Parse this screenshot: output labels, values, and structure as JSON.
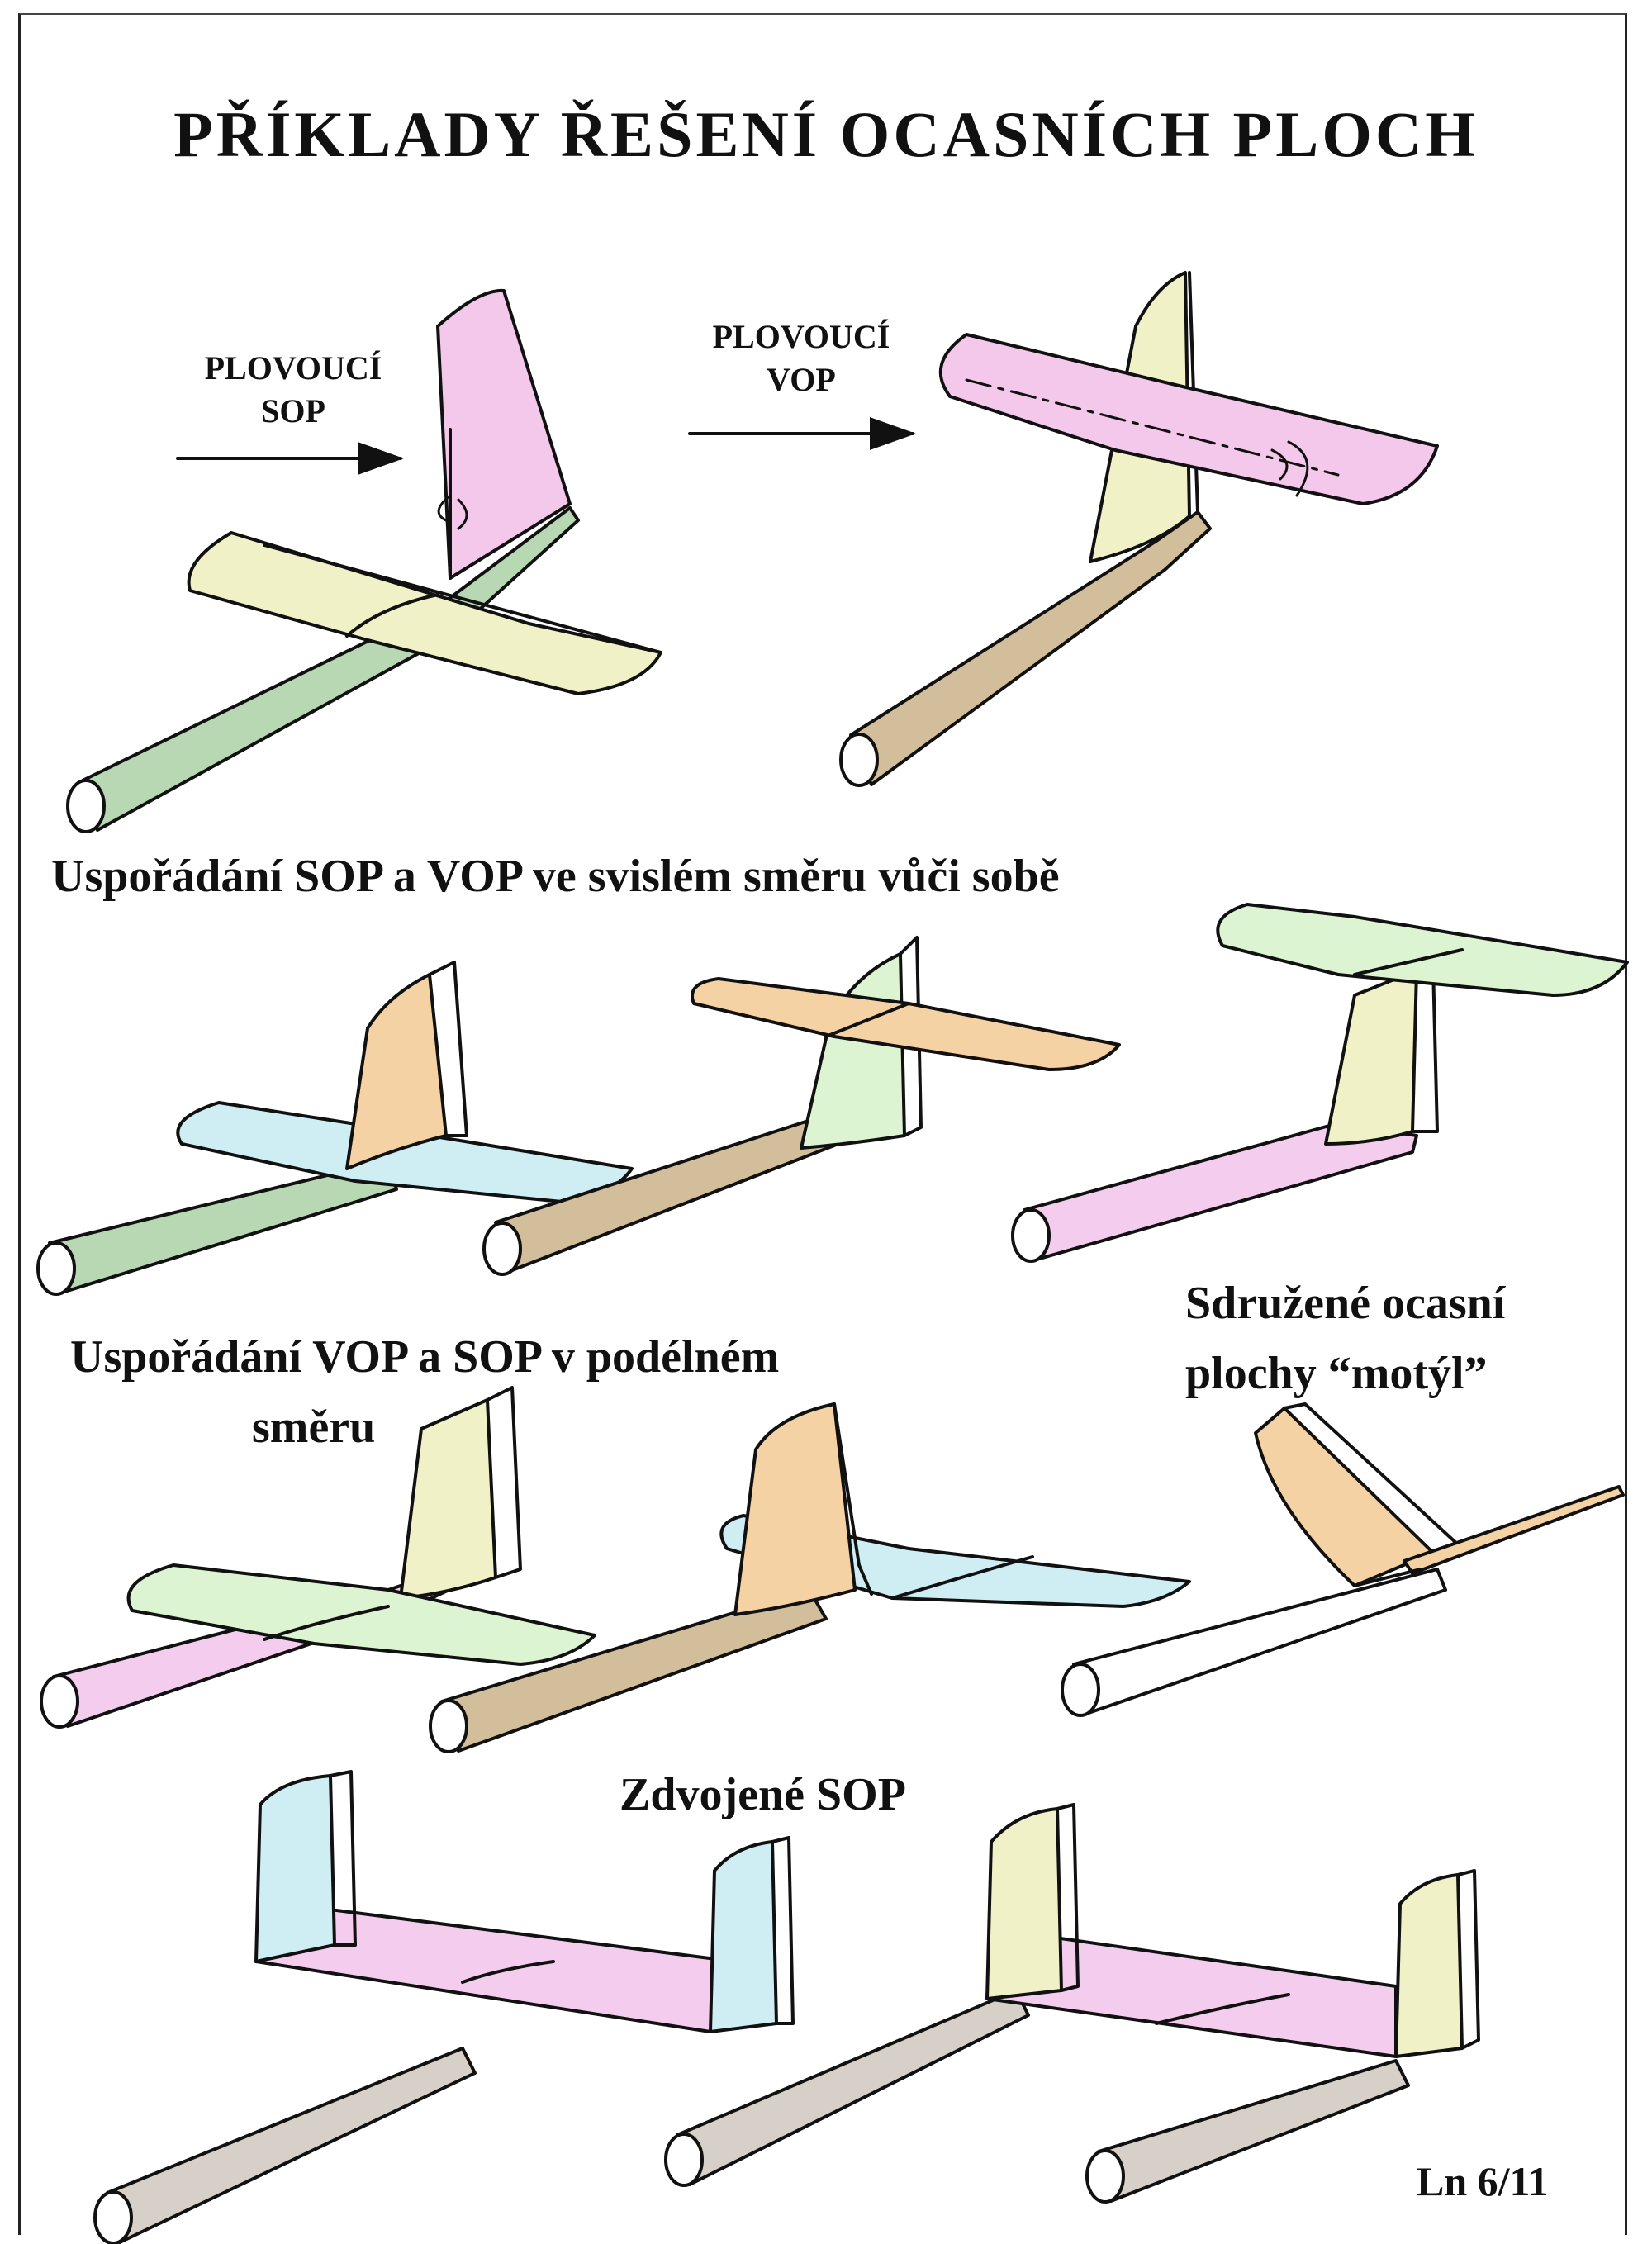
{
  "title": "PŘÍKLADY ŘEŠENÍ OCASNÍCH PLOCH",
  "labels": {
    "floating_sop_line1": "PLOVOUCÍ",
    "floating_sop_line2": "SOP",
    "floating_vop_line1": "PLOVOUCÍ",
    "floating_vop_line2": "VOP",
    "vertical_arrangement": "Uspořádání  SOP  a  VOP  ve  svislém směru  vůči  sobě",
    "longitudinal_line1": "Uspořádání VOP a SOP v podélném",
    "longitudinal_line2": "směru",
    "butterfly_line1": "Sdružené ocasní",
    "butterfly_line2": "plochy “motýl”",
    "twin_sop": "Zdvojené  SOP",
    "page_ref": "Ln 6/11"
  },
  "colors": {
    "pink": "#f3c8ea",
    "yellow": "#f1f1c8",
    "green": "#b8d8b4",
    "tan": "#d2be9a",
    "orange": "#f4d2a4",
    "blue": "#cfeef4",
    "lightgreen": "#dcf4d2",
    "lightpink": "#f4cdee",
    "grey": "#d6d0c8",
    "ink": "#111111"
  }
}
